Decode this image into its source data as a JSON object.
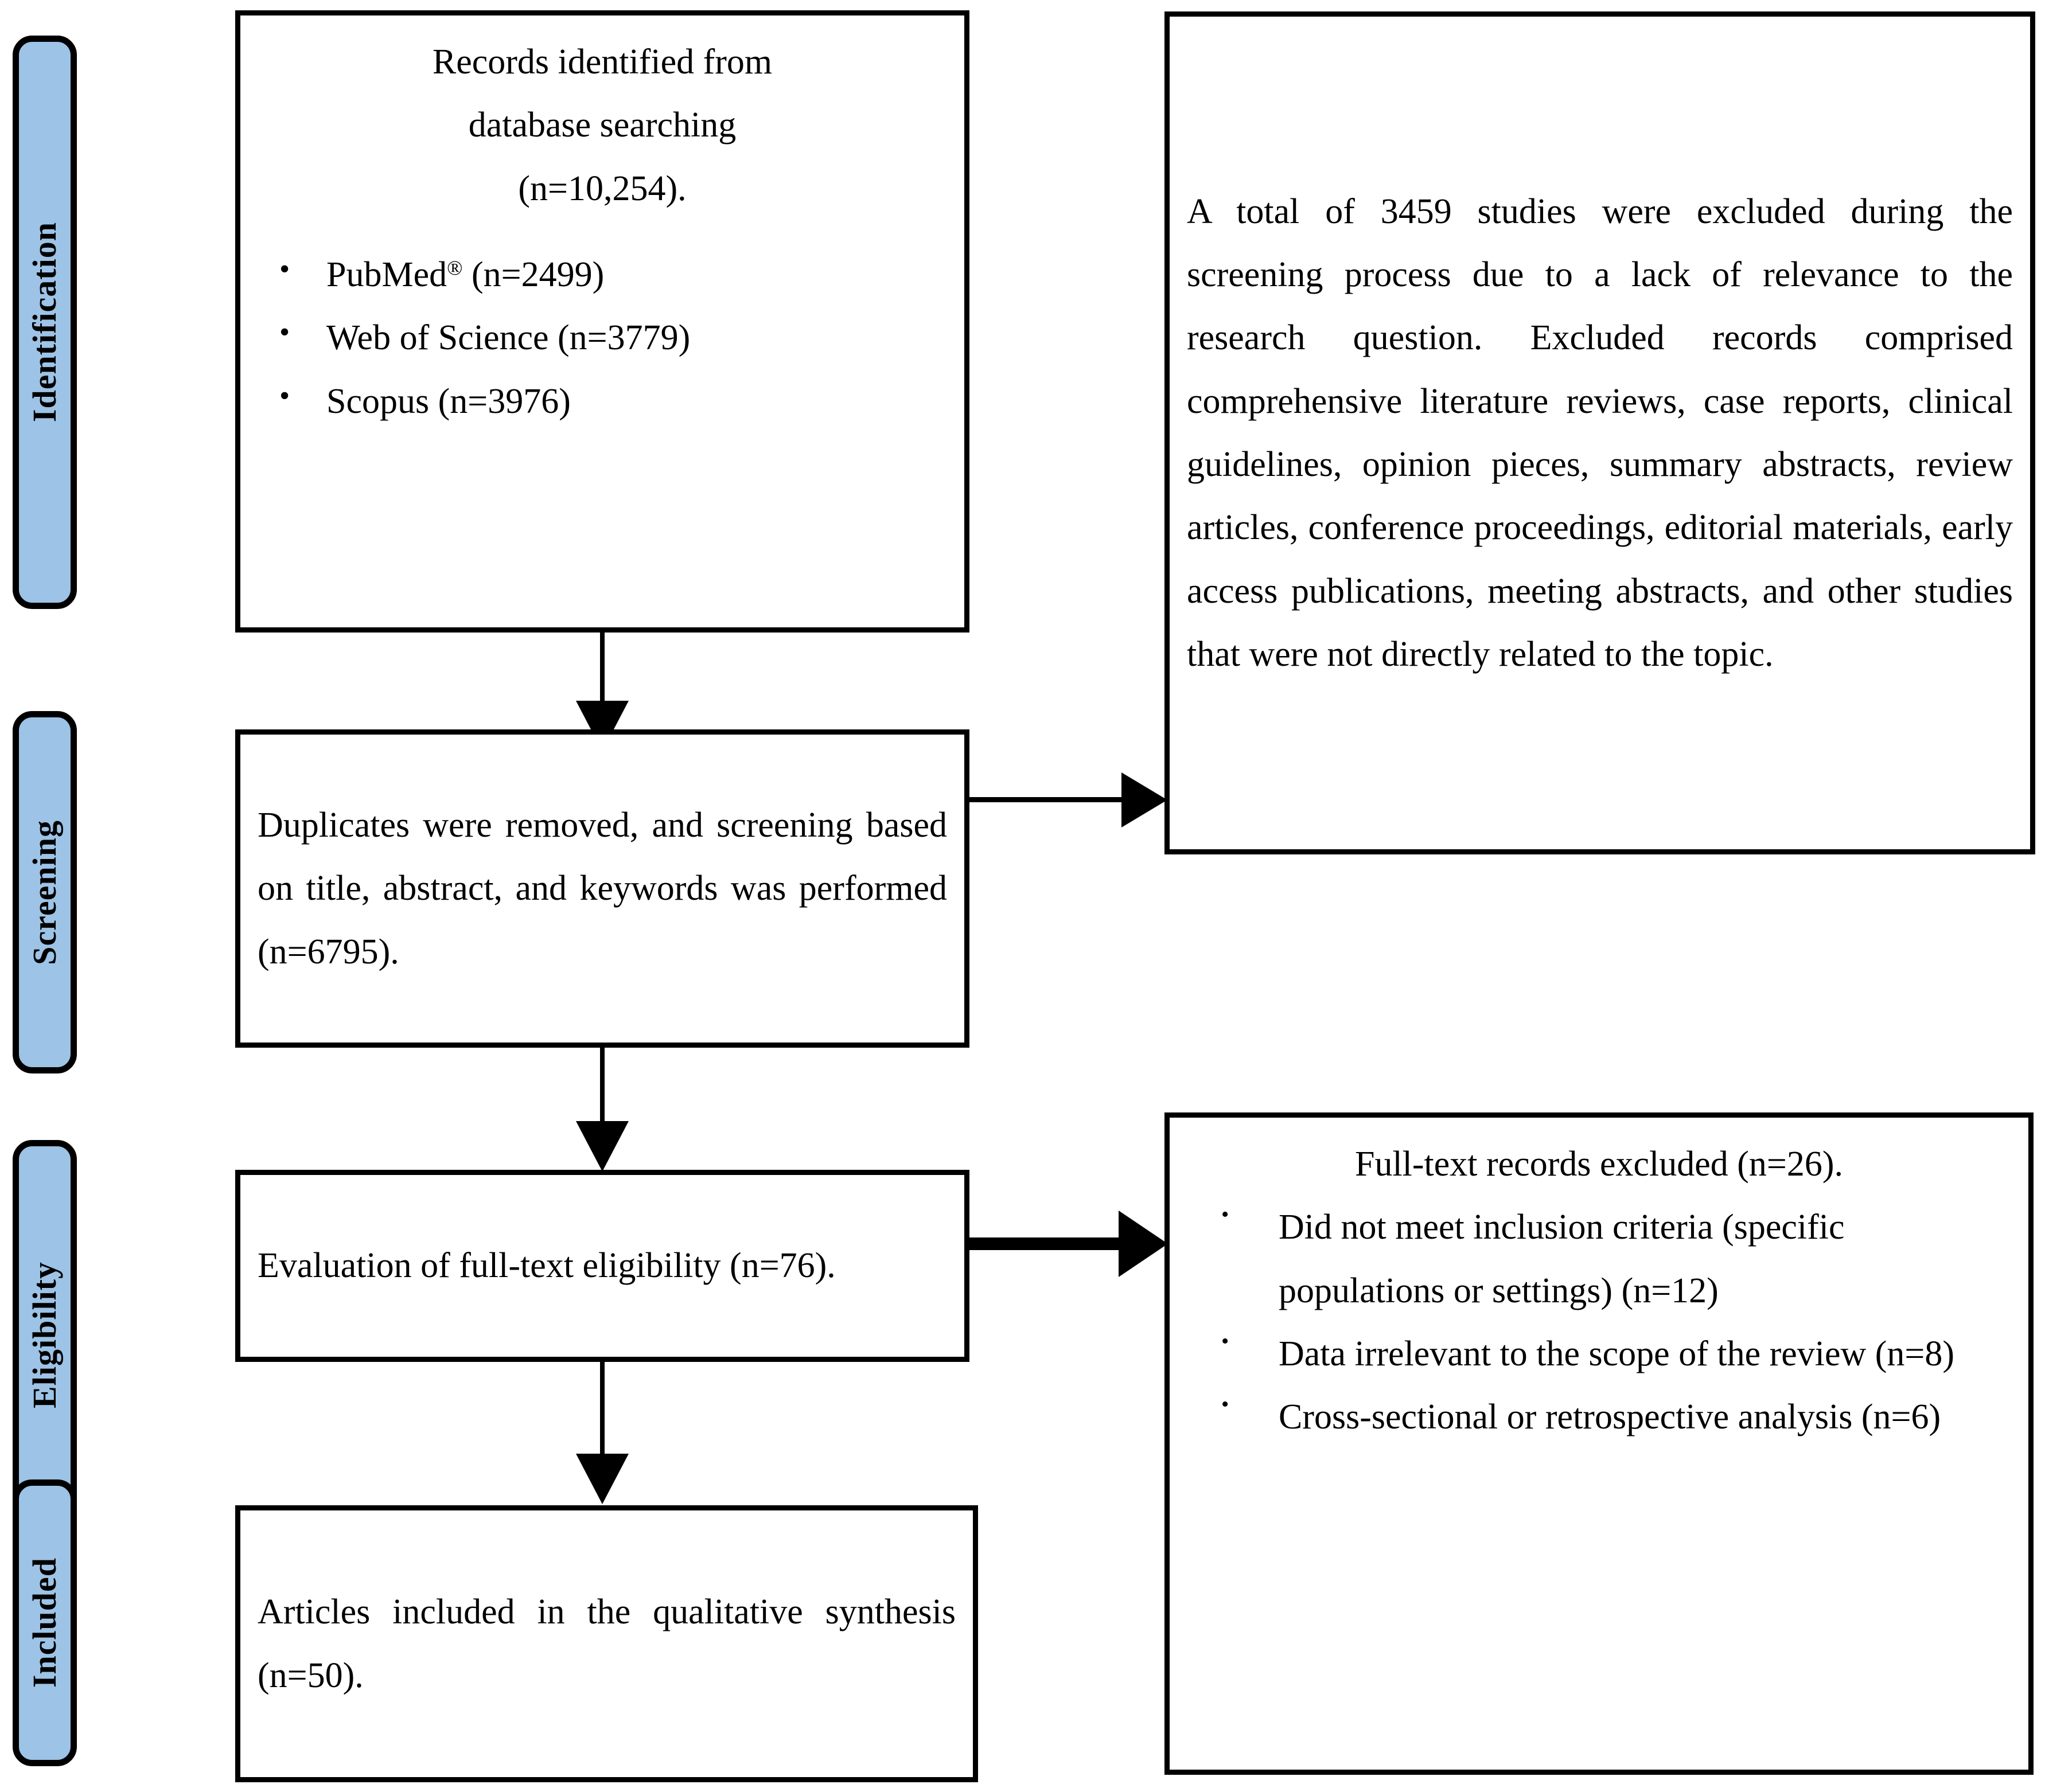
{
  "diagram": {
    "title": "PRISMA study selection flow diagram",
    "accent_color": "#9dc3e6",
    "line_color": "#000000"
  },
  "stages": [
    {
      "id": "identification",
      "label": "Identification"
    },
    {
      "id": "screening",
      "label": "Screening"
    },
    {
      "id": "eligibility",
      "label": "Eligibility"
    },
    {
      "id": "included",
      "label": "Included"
    }
  ],
  "identification_box": {
    "heading_line1": "Records identified from",
    "heading_line2": "database searching",
    "heading_line3": "(n=10,254).",
    "sources": [
      {
        "name": "PubMed",
        "superscript": "®",
        "count": "(n=2499)"
      },
      {
        "name": "Web of Science",
        "superscript": "",
        "count": "(n=3779)"
      },
      {
        "name": "Scopus",
        "superscript": "",
        "count": "(n=3976)"
      }
    ]
  },
  "screening_box": {
    "text": "Duplicates were removed, and screening based on title, abstract, and keywords was performed (n=6795)."
  },
  "eligibility_box": {
    "text": "Evaluation of full-text eligibility (n=76)."
  },
  "included_box": {
    "text": "Articles included in the qualitative synthesis (n=50)."
  },
  "screening_excluded_box": {
    "text": "A total of 3459 studies were excluded during the screening process due to a lack of relevance to the research question. Excluded records comprised comprehensive literature reviews, case reports, clinical guidelines, opinion pieces, summary abstracts, review articles, conference proceedings, editorial materials, early access publications, meeting abstracts, and other studies that were not directly related to the topic."
  },
  "fulltext_excluded_box": {
    "heading": "Full-text records excluded (n=26).",
    "reasons": [
      "Did not meet inclusion criteria (specific populations or settings) (n=12)",
      "Data irrelevant to the scope of the review (n=8)",
      "Cross-sectional or retrospective analysis (n=6)"
    ]
  },
  "bullet_glyph": "•"
}
